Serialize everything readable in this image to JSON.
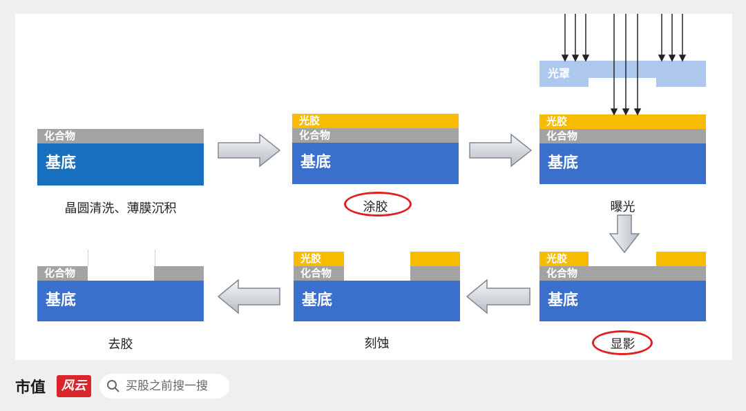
{
  "layers": {
    "resist": "光胶",
    "oxide": "化合物",
    "substrate": "基底"
  },
  "mask_label": "光罩",
  "captions": {
    "step1": "晶圆清洗、薄膜沉积",
    "step2": "涂胶",
    "step3": "曝光",
    "step4": "显影",
    "step5": "刻蚀",
    "step6": "去胶"
  },
  "highlighted_steps": [
    "涂胶",
    "显影"
  ],
  "colors": {
    "resist": "#f7bb00",
    "oxide": "#a3a3a3",
    "substrate": "#3a6fcc",
    "substrate_first": "#1670bd",
    "mask": "#aec7ec",
    "highlight_ring": "#e02020"
  },
  "footer": {
    "brand": "市值",
    "logo_text": "风云",
    "search_text": "买股之前搜一搜"
  },
  "watermark": "市值风云"
}
